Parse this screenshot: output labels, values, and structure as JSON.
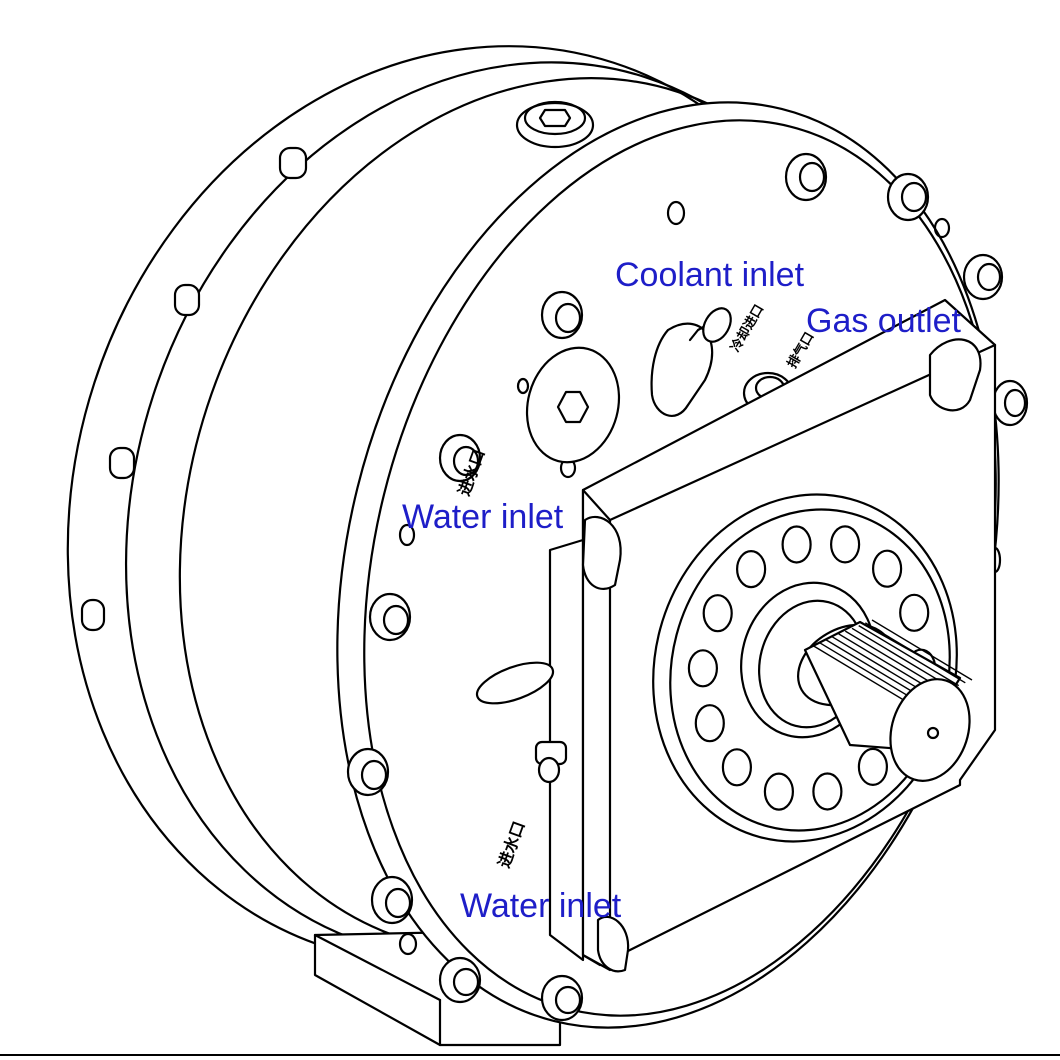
{
  "diagram": {
    "labels": {
      "coolant_inlet": "Coolant inlet",
      "gas_outlet": "Gas outlet",
      "water_inlet_upper": "Water inlet",
      "water_inlet_lower": "Water inlet"
    },
    "engraved_marks": {
      "water_inlet_upper": "进水口",
      "water_inlet_lower": "进水口",
      "coolant_inlet": "冷却进口",
      "gas_outlet": "排气口"
    },
    "label_color": "#1e1ec8",
    "line_color": "#000000",
    "background": "#ffffff"
  }
}
